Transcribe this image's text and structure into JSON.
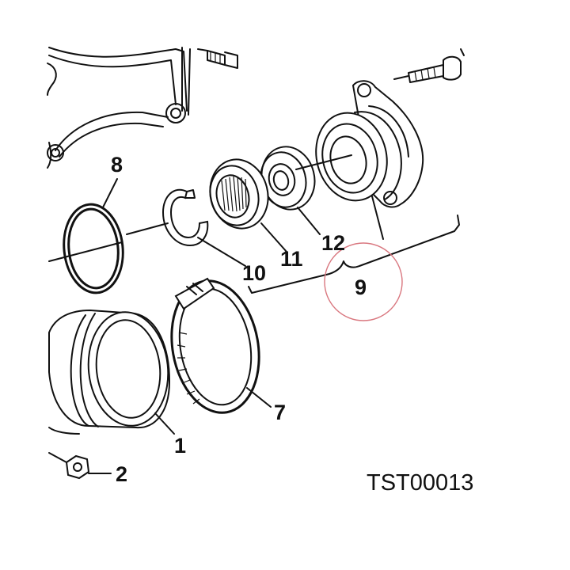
{
  "diagram": {
    "drawing_code": "TST00013",
    "callouts": {
      "p1": "1",
      "p2": "2",
      "p7": "7",
      "p8": "8",
      "p9": "9",
      "p10": "10",
      "p11": "11",
      "p12": "12"
    },
    "highlight_color": "#d9777f",
    "line_color": "#111111"
  }
}
